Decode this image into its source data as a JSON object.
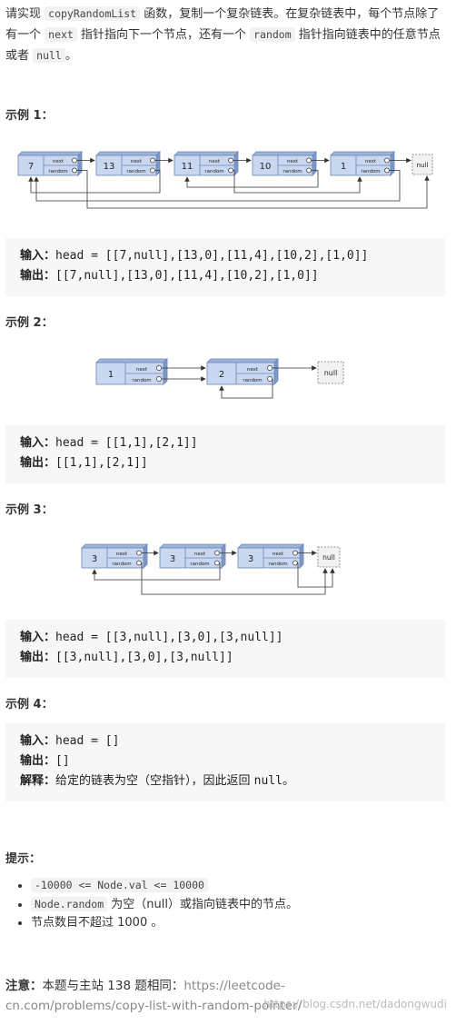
{
  "intro": {
    "p1": "请实现 ",
    "c1": "copyRandomList",
    "p2": " 函数，复制一个复杂链表。在复杂链表中，每个节点除了有一个 ",
    "c2": "next",
    "p3": " 指针指向下一个节点，还有一个 ",
    "c3": "random",
    "p4": " 指针指向链表中的任意节点或者 ",
    "c4": "null",
    "p5": "。"
  },
  "labels": {
    "input": "输入：",
    "output": "输出：",
    "explain": "解释：",
    "next": "next",
    "random": "random",
    "null": "null"
  },
  "examples": [
    {
      "title": "示例 1：",
      "nodes": [
        "7",
        "13",
        "11",
        "10",
        "1"
      ],
      "input": "head = [[7,null],[13,0],[11,4],[10,2],[1,0]]",
      "output": "[[7,null],[13,0],[11,4],[10,2],[1,0]]"
    },
    {
      "title": "示例 2：",
      "nodes": [
        "1",
        "2"
      ],
      "input": "head = [[1,1],[2,1]]",
      "output": "[[1,1],[2,1]]"
    },
    {
      "title": "示例 3：",
      "nodes": [
        "3",
        "3",
        "3"
      ],
      "input": "head = [[3,null],[3,0],[3,null]]",
      "output": "[[3,null],[3,0],[3,null]]"
    },
    {
      "title": "示例 4：",
      "input": "head = []",
      "output": "[]",
      "explain_text": "给定的链表为空（空指针），因此返回 ",
      "explain_code": "null",
      "explain_end": "。"
    }
  ],
  "hints": {
    "title": "提示：",
    "items": [
      {
        "code": "-10000 <= Node.val <= 10000",
        "text": ""
      },
      {
        "code": "Node.random",
        "text": " 为空（null）或指向链表中的节点。"
      },
      {
        "code": "",
        "text": "节点数目不超过 1000 。"
      }
    ]
  },
  "note": {
    "label": "注意：",
    "text": "本题与主站 138 题相同：",
    "link": "https://leetcode-cn.com/problems/copy-list-with-random-pointer/"
  },
  "watermark": "https://blog.csdn.net/dadongwudi"
}
